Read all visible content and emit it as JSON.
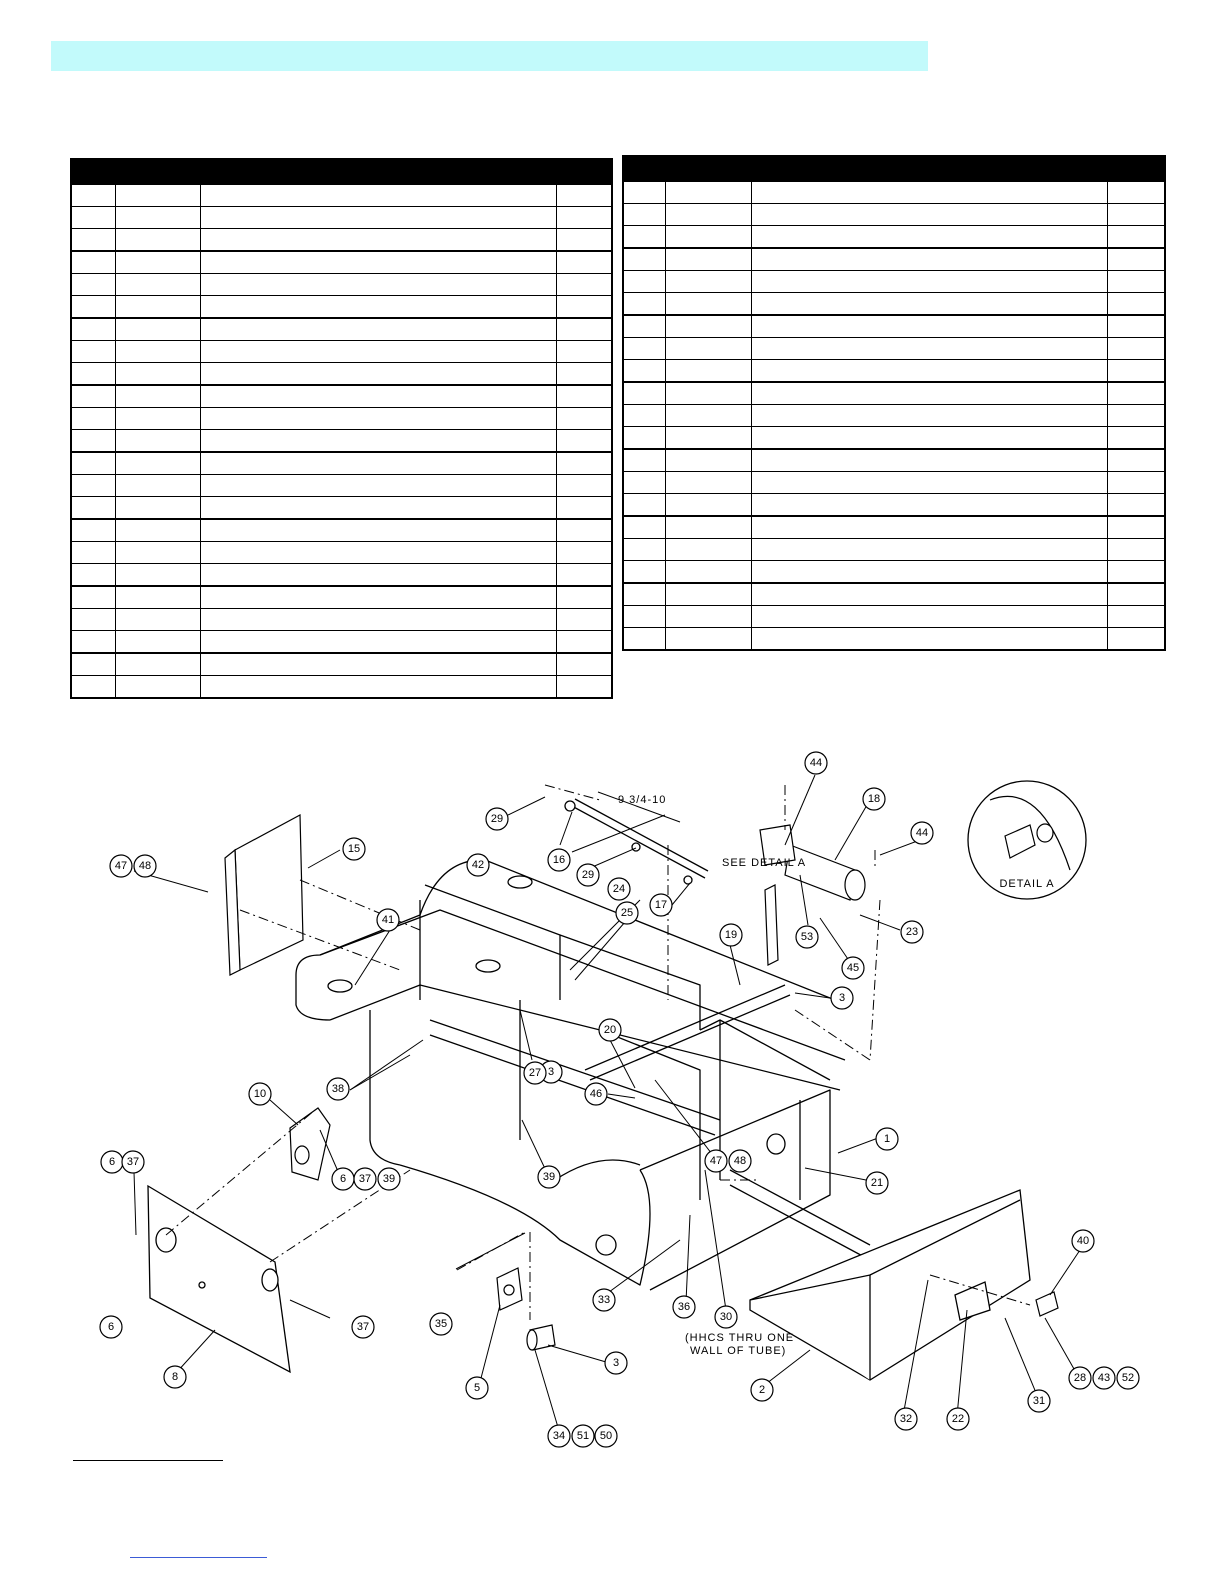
{
  "colors": {
    "banner": "#c2fafb",
    "link_rule": "#3b5bd6"
  },
  "drawing": {
    "dimension_label": "9 3/4-10",
    "detail_reference": "SEE DETAIL A",
    "detail_title": "DETAIL A",
    "note_line1": "(HHCS THRU ONE",
    "note_line2": "WALL OF TUBE)",
    "callouts": [
      "1",
      "2",
      "3",
      "3",
      "3",
      "5",
      "6",
      "6",
      "6",
      "37",
      "37",
      "37",
      "39",
      "8",
      "10",
      "15",
      "16",
      "17",
      "18",
      "19",
      "20",
      "21",
      "22",
      "23",
      "24",
      "25",
      "27",
      "28",
      "43",
      "52",
      "29",
      "29",
      "30",
      "31",
      "32",
      "33",
      "34",
      "51",
      "50",
      "35",
      "36",
      "38",
      "39",
      "40",
      "41",
      "42",
      "44",
      "44",
      "45",
      "46",
      "47",
      "48",
      "47",
      "48",
      "53"
    ]
  }
}
